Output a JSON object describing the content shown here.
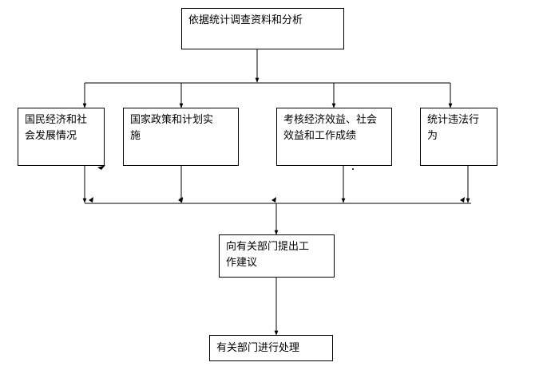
{
  "nodes": {
    "top": {
      "lines": [
        "依据统计调查资料和分析"
      ]
    },
    "n1": {
      "lines": [
        "国民经济和社",
        "会发展情况"
      ]
    },
    "n2": {
      "lines": [
        "国家政策和计划实",
        "施"
      ]
    },
    "n3": {
      "lines": [
        "考核经济效益、社会",
        "效益和工作成绩"
      ]
    },
    "n4": {
      "lines": [
        "统计违法行",
        "为"
      ]
    },
    "suggest": {
      "lines": [
        "向有关部门提出工",
        "作建议"
      ]
    },
    "handle": {
      "lines": [
        "有关部门进行处理"
      ]
    }
  },
  "colors": {
    "line": "#000000",
    "background": "#ffffff"
  }
}
